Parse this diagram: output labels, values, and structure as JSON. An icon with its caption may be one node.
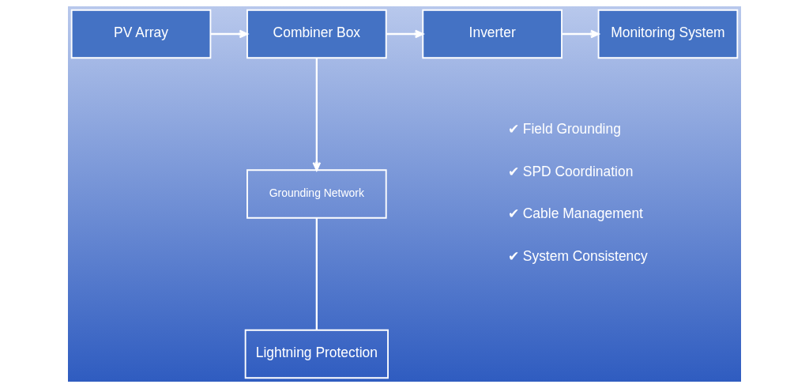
{
  "diagram": {
    "nodes": [
      {
        "text": [
          "PV Array"
        ]
      },
      {
        "text": [
          "Combiner Box"
        ]
      },
      {
        "text": [
          "Inverter"
        ]
      },
      {
        "text": [
          "Monitoring System"
        ]
      },
      {
        "text": [
          "Grounding Network"
        ]
      },
      {
        "text": [
          "Lightning Protection"
        ]
      }
    ],
    "edges": [
      {
        "from": 0,
        "to": 1,
        "arrow": "to"
      },
      {
        "from": 1,
        "to": 2,
        "arrow": "to"
      },
      {
        "from": 2,
        "to": 3,
        "arrow": "to"
      },
      {
        "from": 1,
        "to": 4,
        "arrow": "to"
      },
      {
        "from": 4,
        "to": 5,
        "arrow": "none"
      }
    ],
    "labels": [
      "✔ Field Grounding",
      "✔ SPD Coordination",
      "✔ Cable Management",
      "✔ System Consistency"
    ]
  }
}
